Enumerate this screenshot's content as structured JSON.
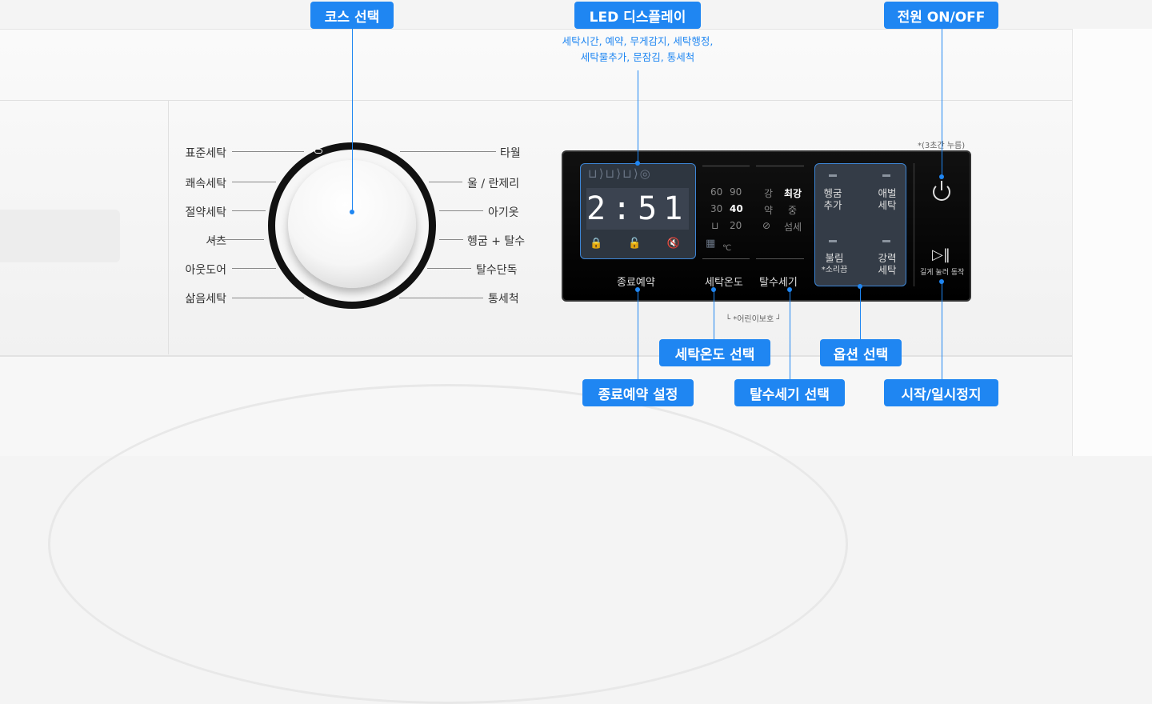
{
  "callouts": {
    "course": "코스 선택",
    "led": "LED 디스플레이",
    "led_desc": [
      "세탁시간, 예약, 무게감지, 세탁행정,",
      "세탁물추가, 문잠김, 통세척"
    ],
    "power": "전원 ON/OFF",
    "power_note": "*(3초간 누름)",
    "temp": "세탁온도 선택",
    "option": "옵션 선택",
    "delay": "종료예약 설정",
    "spin": "탈수세기 선택",
    "start": "시작/일시정지"
  },
  "dial": {
    "left": [
      "표준세탁",
      "쾌속세탁",
      "절약세탁",
      "셔츠",
      "아웃도어",
      "삶음세탁"
    ],
    "right": [
      "타월",
      "울 / 란제리",
      "아기옷",
      "헹굼 + 탈수",
      "탈수단독",
      "통세척"
    ]
  },
  "panel": {
    "cycle_icons": "⊔⟩⊔⟩⊔⟩◎",
    "time": "2:51",
    "status_icons": "🔒 🔓 🔇 ▦",
    "temps": [
      "60",
      "90",
      "30",
      "40",
      "20"
    ],
    "temp_unit": "℃",
    "spins": [
      "강",
      "최강",
      "약",
      "중",
      "섬세"
    ],
    "labels": {
      "delay": "종료예약",
      "temp": "세탁온도",
      "spin": "탈수세기"
    },
    "child_lock": "└ *어린이보호 ┘",
    "options": [
      {
        "line1": "헹굼",
        "line2": "추가"
      },
      {
        "line1": "애벌",
        "line2": "세탁"
      },
      {
        "line1": "불림",
        "line2": "*소리끔"
      },
      {
        "line1": "강력",
        "line2": "세탁"
      }
    ],
    "start_hint": "길게 눌러 동작",
    "selected_temp": "40",
    "selected_spin": "최강"
  },
  "colors": {
    "accent": "#1f86f2",
    "panel": "#000000"
  }
}
